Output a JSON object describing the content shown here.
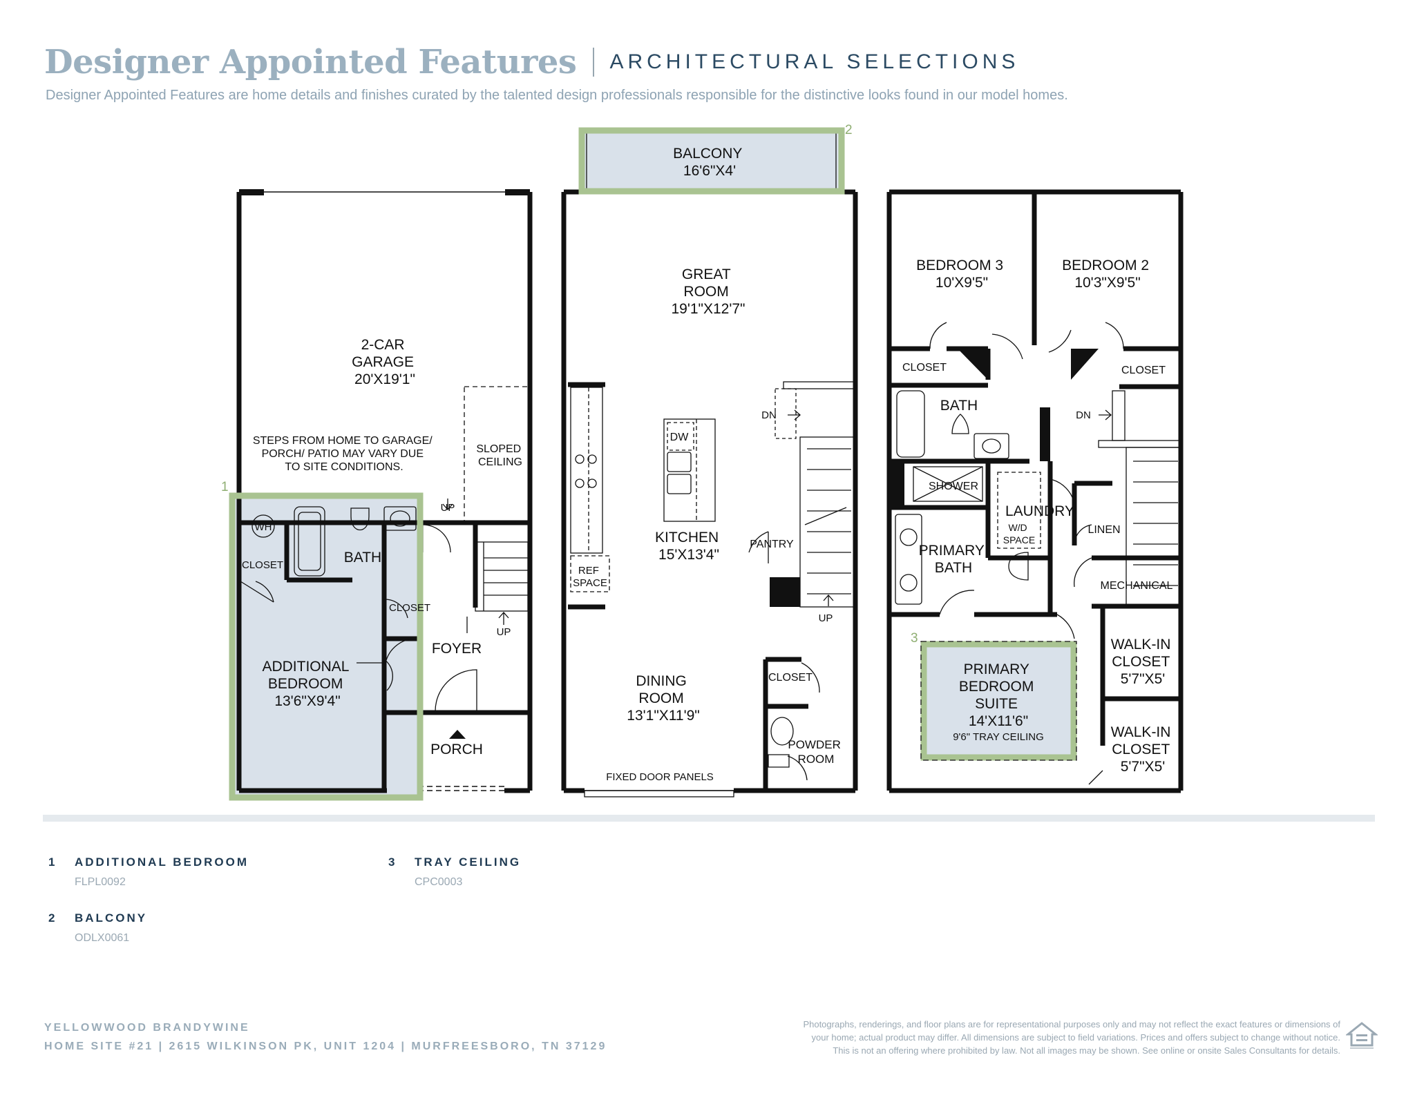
{
  "header": {
    "title": "Designer Appointed Features",
    "subtitle": "ARCHITECTURAL SELECTIONS",
    "tagline": "Designer Appointed Features are home details and finishes curated by the talented design professionals responsible for the distinctive looks found in our model homes."
  },
  "callouts": {
    "c1": "1",
    "c2": "2",
    "c3": "3"
  },
  "floor1": {
    "garage": [
      "2-CAR",
      "GARAGE",
      "20'X19'1\""
    ],
    "steps_note": [
      "STEPS FROM HOME TO GARAGE/",
      "PORCH/ PATIO MAY VARY DUE",
      "TO SITE CONDITIONS."
    ],
    "sloped": [
      "SLOPED",
      "CEILING"
    ],
    "wh": "WH",
    "closet": "CLOSET",
    "bath": "BATH",
    "closet2": "CLOSET",
    "up1": "UP",
    "up2": "UP",
    "foyer": "FOYER",
    "porch": "PORCH",
    "bedroom": [
      "ADDITIONAL",
      "BEDROOM",
      "13'6\"X9'4\""
    ]
  },
  "floor2": {
    "balcony": [
      "BALCONY",
      "16'6\"X4'"
    ],
    "great": [
      "GREAT",
      "ROOM",
      "19'1\"X12'7\""
    ],
    "dn": "DN",
    "dw": "DW",
    "kitchen": [
      "KITCHEN",
      "15'X13'4\""
    ],
    "pantry": "PANTRY",
    "ref": [
      "REF",
      "SPACE"
    ],
    "up": "UP",
    "dining": [
      "DINING",
      "ROOM",
      "13'1\"X11'9\""
    ],
    "closet": "CLOSET",
    "powder": [
      "POWDER",
      "ROOM"
    ],
    "fixed": "FIXED DOOR PANELS"
  },
  "floor3": {
    "bed3": [
      "BEDROOM 3",
      "10'X9'5\""
    ],
    "bed2": [
      "BEDROOM 2",
      "10'3\"X9'5\""
    ],
    "closet_a": "CLOSET",
    "closet_b": "CLOSET",
    "bath": "BATH",
    "dn": "DN",
    "shower": "SHOWER",
    "laundry": "LAUNDRY",
    "wd": [
      "W/D",
      "SPACE"
    ],
    "linen": "LINEN",
    "primary_bath": [
      "PRIMARY",
      "BATH"
    ],
    "mechanical": "MECHANICAL",
    "suite": [
      "PRIMARY",
      "BEDROOM",
      "SUITE",
      "14'X11'6\""
    ],
    "tray": "9'6\" TRAY CEILING",
    "walkin1": [
      "WALK-IN",
      "CLOSET",
      "5'7\"X5'"
    ],
    "walkin2": [
      "WALK-IN",
      "CLOSET",
      "5'7\"X5'"
    ]
  },
  "options": [
    {
      "num": "1",
      "name": "ADDITIONAL BEDROOM",
      "code": "FLPL0092"
    },
    {
      "num": "2",
      "name": "BALCONY",
      "code": "ODLX0061"
    },
    {
      "num": "3",
      "name": "TRAY CEILING",
      "code": "CPC0003"
    }
  ],
  "footer": {
    "line1": "YELLOWWOOD BRANDYWINE",
    "line2": "HOME SITE #21  |  2615 WILKINSON PK, UNIT 1204  |  MURFREESBORO, TN 37129",
    "disclaimer": [
      "Photographs, renderings, and floor plans are for representational purposes only and may not reflect the exact features or dimensions of",
      "your home; actual product may differ. All dimensions are subject to field variations. Prices and offers subject to change without notice.",
      "This is not an offering where prohibited by law. Not all images may be shown. See online or onsite Sales Consultants for details."
    ]
  },
  "colors": {
    "highlight": "#a9c391",
    "option_fill": "#d9e1ea",
    "wall": "#111111",
    "heading": "#9bb0bf",
    "navy": "#1f3a52"
  },
  "icons": [
    "equal-housing-opportunity-icon",
    "stair-arrow-icon",
    "door-swing-icon"
  ]
}
